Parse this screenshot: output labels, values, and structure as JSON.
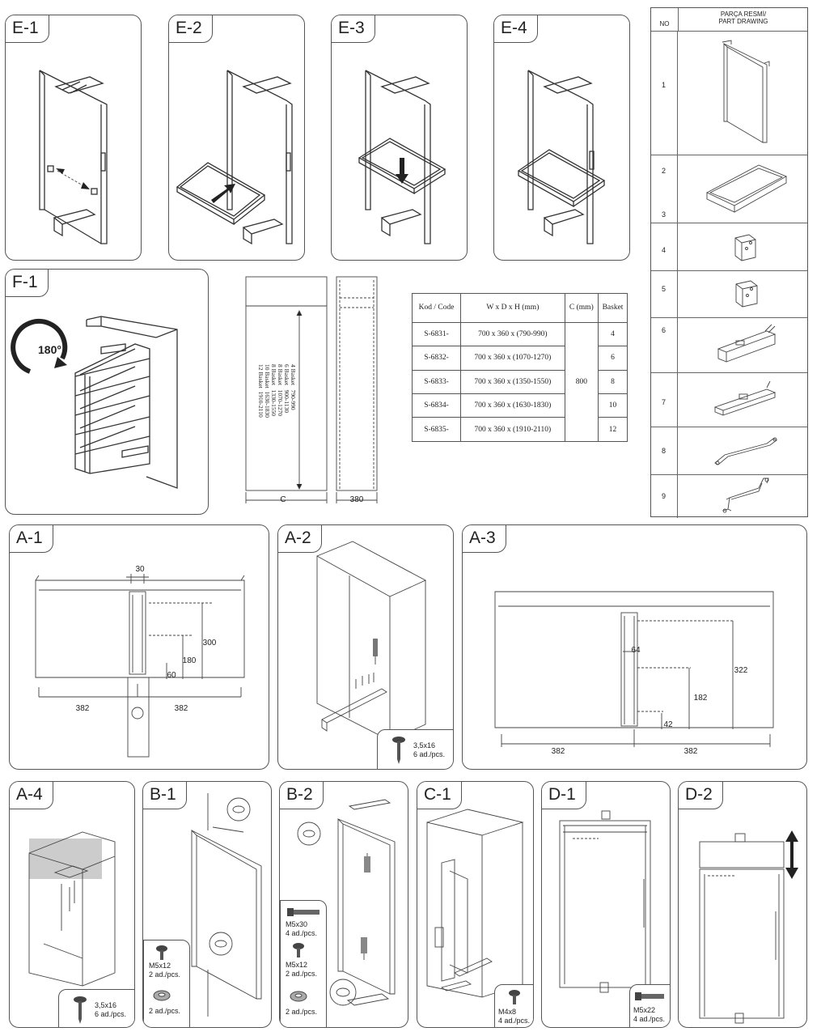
{
  "panels": {
    "e1": "E-1",
    "e2": "E-2",
    "e3": "E-3",
    "e4": "E-4",
    "f1": "F-1",
    "a1": "A-1",
    "a2": "A-2",
    "a3": "A-3",
    "a4": "A-4",
    "b1": "B-1",
    "b2": "B-2",
    "c1": "C-1",
    "d1": "D-1",
    "d2": "D-2"
  },
  "rotation_label": "180°",
  "parts_table": {
    "header_no": "NO",
    "header_drawing_line1": "PARÇA RESMİ/",
    "header_drawing_line2": "PART DRAWING",
    "rows": [
      "1",
      "2",
      "3",
      "4",
      "5",
      "6",
      "7",
      "8",
      "9"
    ]
  },
  "spec_table": {
    "headers": [
      "Kod / Code",
      "W x D x H (mm)",
      "C (mm)",
      "Basket"
    ],
    "rows": [
      {
        "code": "S-6831-",
        "size": "700 x 360 x (790-990)",
        "basket": "4"
      },
      {
        "code": "S-6832-",
        "size": "700 x 360 x (1070-1270)",
        "basket": "6"
      },
      {
        "code": "S-6833-",
        "size": "700 x 360 x (1350-1550)",
        "basket": "8"
      },
      {
        "code": "S-6834-",
        "size": "700 x 360 x (1630-1830)",
        "basket": "10"
      },
      {
        "code": "S-6835-",
        "size": "700 x 360 x (1910-2110)",
        "basket": "12"
      }
    ],
    "c_value": "800"
  },
  "cabinet_dims": {
    "width_label": "C",
    "depth_label": "380",
    "basket_list": "4 Basket   790-990\n6 Basket   900-1130\n8 Basket   1070-1270\n8 Basket   1330-1550\n10 Basket  1630-1830\n12 Basket  1910-2110"
  },
  "a1_dims": {
    "top": "30",
    "h1": "300",
    "h2": "180",
    "h3": "60",
    "left": "382",
    "right": "382"
  },
  "a3_dims": {
    "w": "64",
    "h1": "322",
    "h2": "182",
    "h3": "42",
    "left": "382",
    "right": "382"
  },
  "screws": {
    "a2": {
      "size": "3,5x16",
      "qty": "6 ad./pcs."
    },
    "a4": {
      "size": "3,5x16",
      "qty": "6 ad./pcs."
    },
    "b1_screw": {
      "size": "M5x12",
      "qty": "2 ad./pcs."
    },
    "b1_washer": {
      "qty": "2 ad./pcs."
    },
    "b2_bolt": {
      "size": "M5x30",
      "qty": "4 ad./pcs."
    },
    "b2_screw": {
      "size": "M5x12",
      "qty": "2 ad./pcs."
    },
    "b2_washer": {
      "qty": "2 ad./pcs."
    },
    "c1": {
      "size": "M4x8",
      "qty": "4 ad./pcs."
    },
    "d1": {
      "size": "M5x22",
      "qty": "4 ad./pcs."
    }
  }
}
